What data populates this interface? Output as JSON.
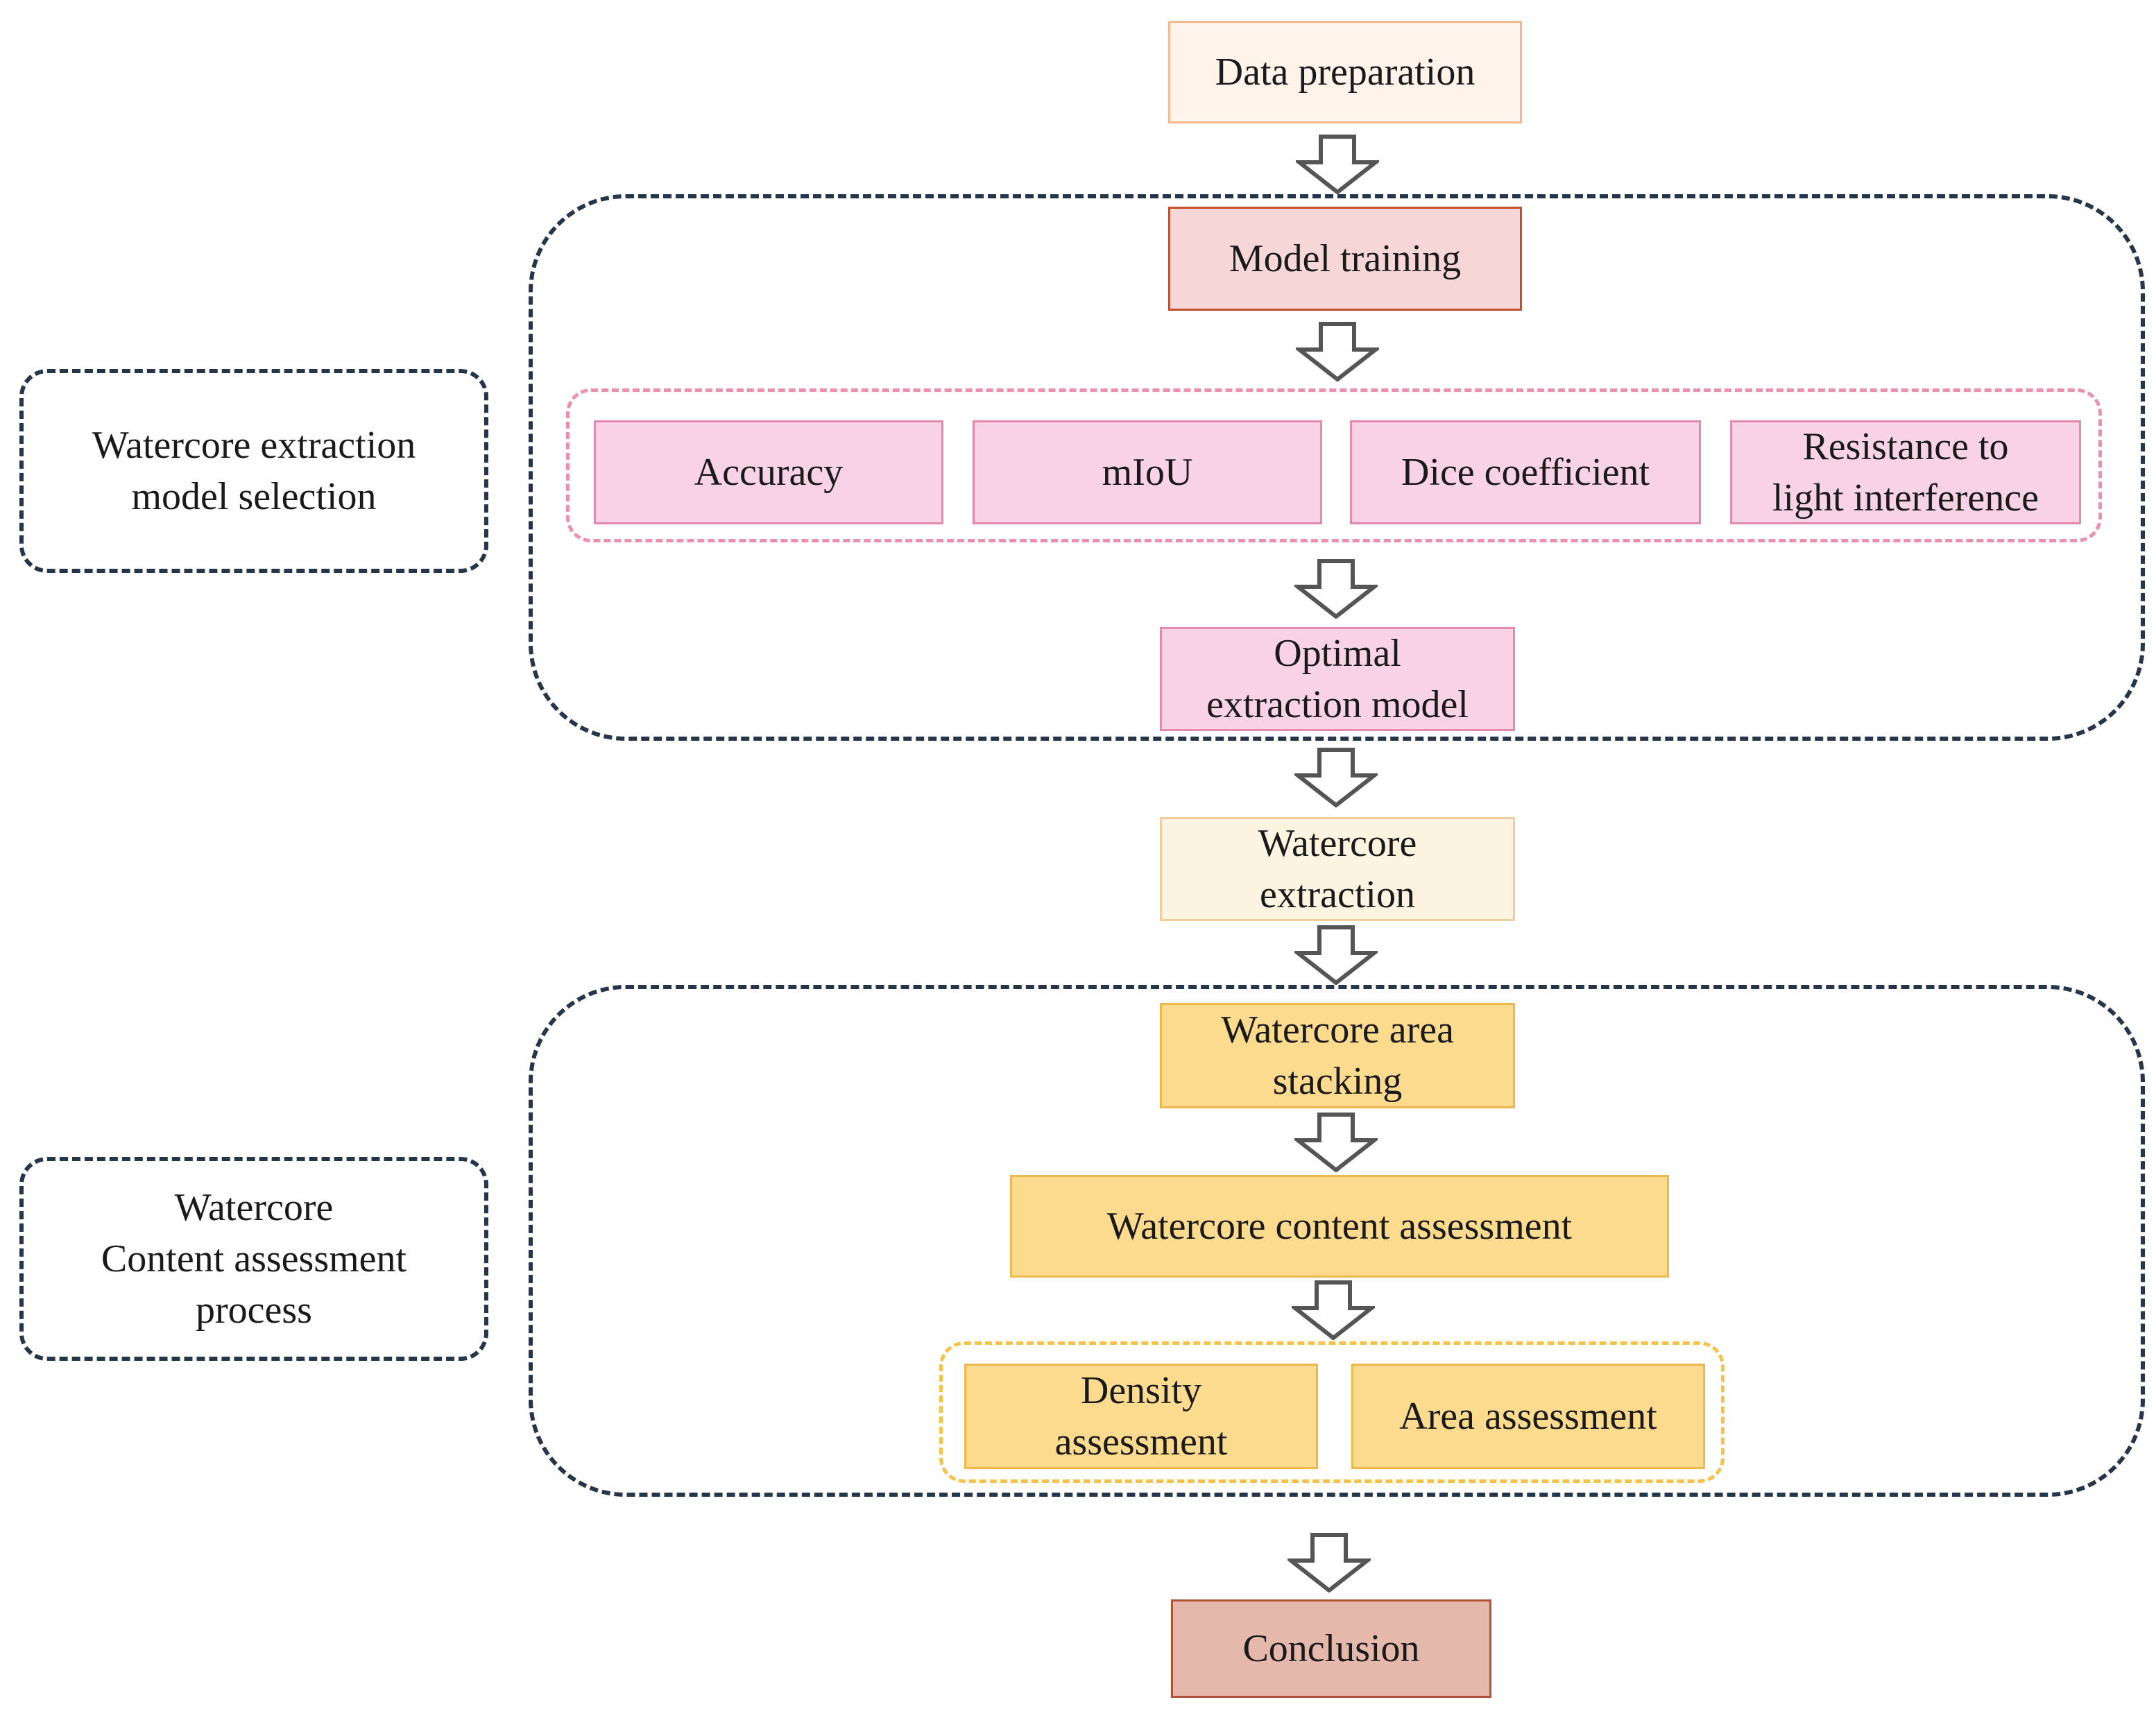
{
  "side_labels": {
    "selection": "Watercore extraction\nmodel selection",
    "assessment": "Watercore\nContent assessment\nprocess"
  },
  "nodes": {
    "data_preparation": "Data preparation",
    "model_training": "Model training",
    "metrics": {
      "accuracy": "Accuracy",
      "miou": "mIoU",
      "dice": "Dice coefficient",
      "resistance": "Resistance to\nlight interference"
    },
    "optimal_model": "Optimal\nextraction model",
    "watercore_extraction": "Watercore\nextraction",
    "area_stacking": "Watercore area\nstacking",
    "content_assessment": "Watercore content assessment",
    "density_assessment": "Density\nassessment",
    "area_assessment": "Area assessment",
    "conclusion": "Conclusion"
  },
  "colors": {
    "container_border": "#26364a",
    "pink_fill": "#f7d3e5",
    "yellow_fill": "#fcda8e",
    "arrow_stroke": "#555555"
  }
}
